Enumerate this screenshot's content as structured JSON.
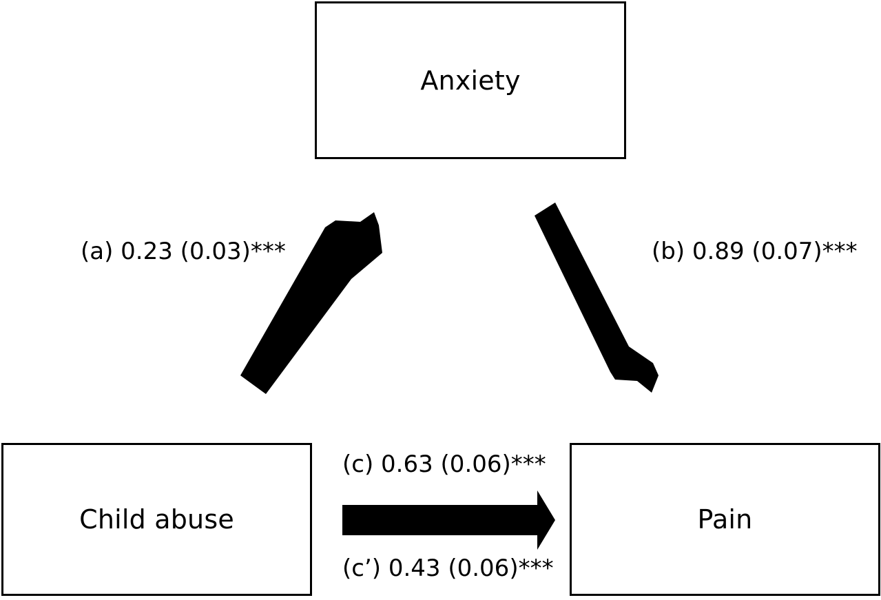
{
  "figure": {
    "type": "mediation-path-diagram",
    "background_color": "#ffffff",
    "stroke_color": "#000000"
  },
  "nodes": [
    {
      "id": "anxiety",
      "label": "Anxiety",
      "role": "mediator"
    },
    {
      "id": "child_abuse",
      "label": "Child abuse",
      "role": "predictor"
    },
    {
      "id": "pain",
      "label": "Pain",
      "role": "outcome"
    }
  ],
  "paths": [
    {
      "id": "a",
      "label": "(a) 0.23 (0.03)***",
      "coefficient": 0.23,
      "standard_error": 0.03,
      "significance": "***",
      "from": "child_abuse",
      "to": "anxiety",
      "direction": "up-right"
    },
    {
      "id": "b",
      "label": "(b) 0.89 (0.07)***",
      "coefficient": 0.89,
      "standard_error": 0.07,
      "significance": "***",
      "from": "anxiety",
      "to": "pain",
      "direction": "down-right"
    },
    {
      "id": "c",
      "label": "(c) 0.63 (0.06)***",
      "coefficient": 0.63,
      "standard_error": 0.06,
      "significance": "***",
      "from": "child_abuse",
      "to": "pain",
      "direction": "right"
    },
    {
      "id": "c_prime",
      "label": "(c’) 0.43 (0.06)***",
      "coefficient": 0.43,
      "standard_error": 0.06,
      "significance": "***",
      "from": "child_abuse",
      "to": "pain",
      "direction": "right"
    }
  ],
  "node_labels": {
    "anxiety": "Anxiety",
    "child_abuse": "Child abuse",
    "pain": "Pain"
  },
  "path_labels": {
    "a": "(a) 0.23 (0.03)***",
    "b": "(b) 0.89 (0.07)***",
    "c": "(c) 0.63 (0.06)***",
    "c_prime": "(c’) 0.43 (0.06)***"
  }
}
